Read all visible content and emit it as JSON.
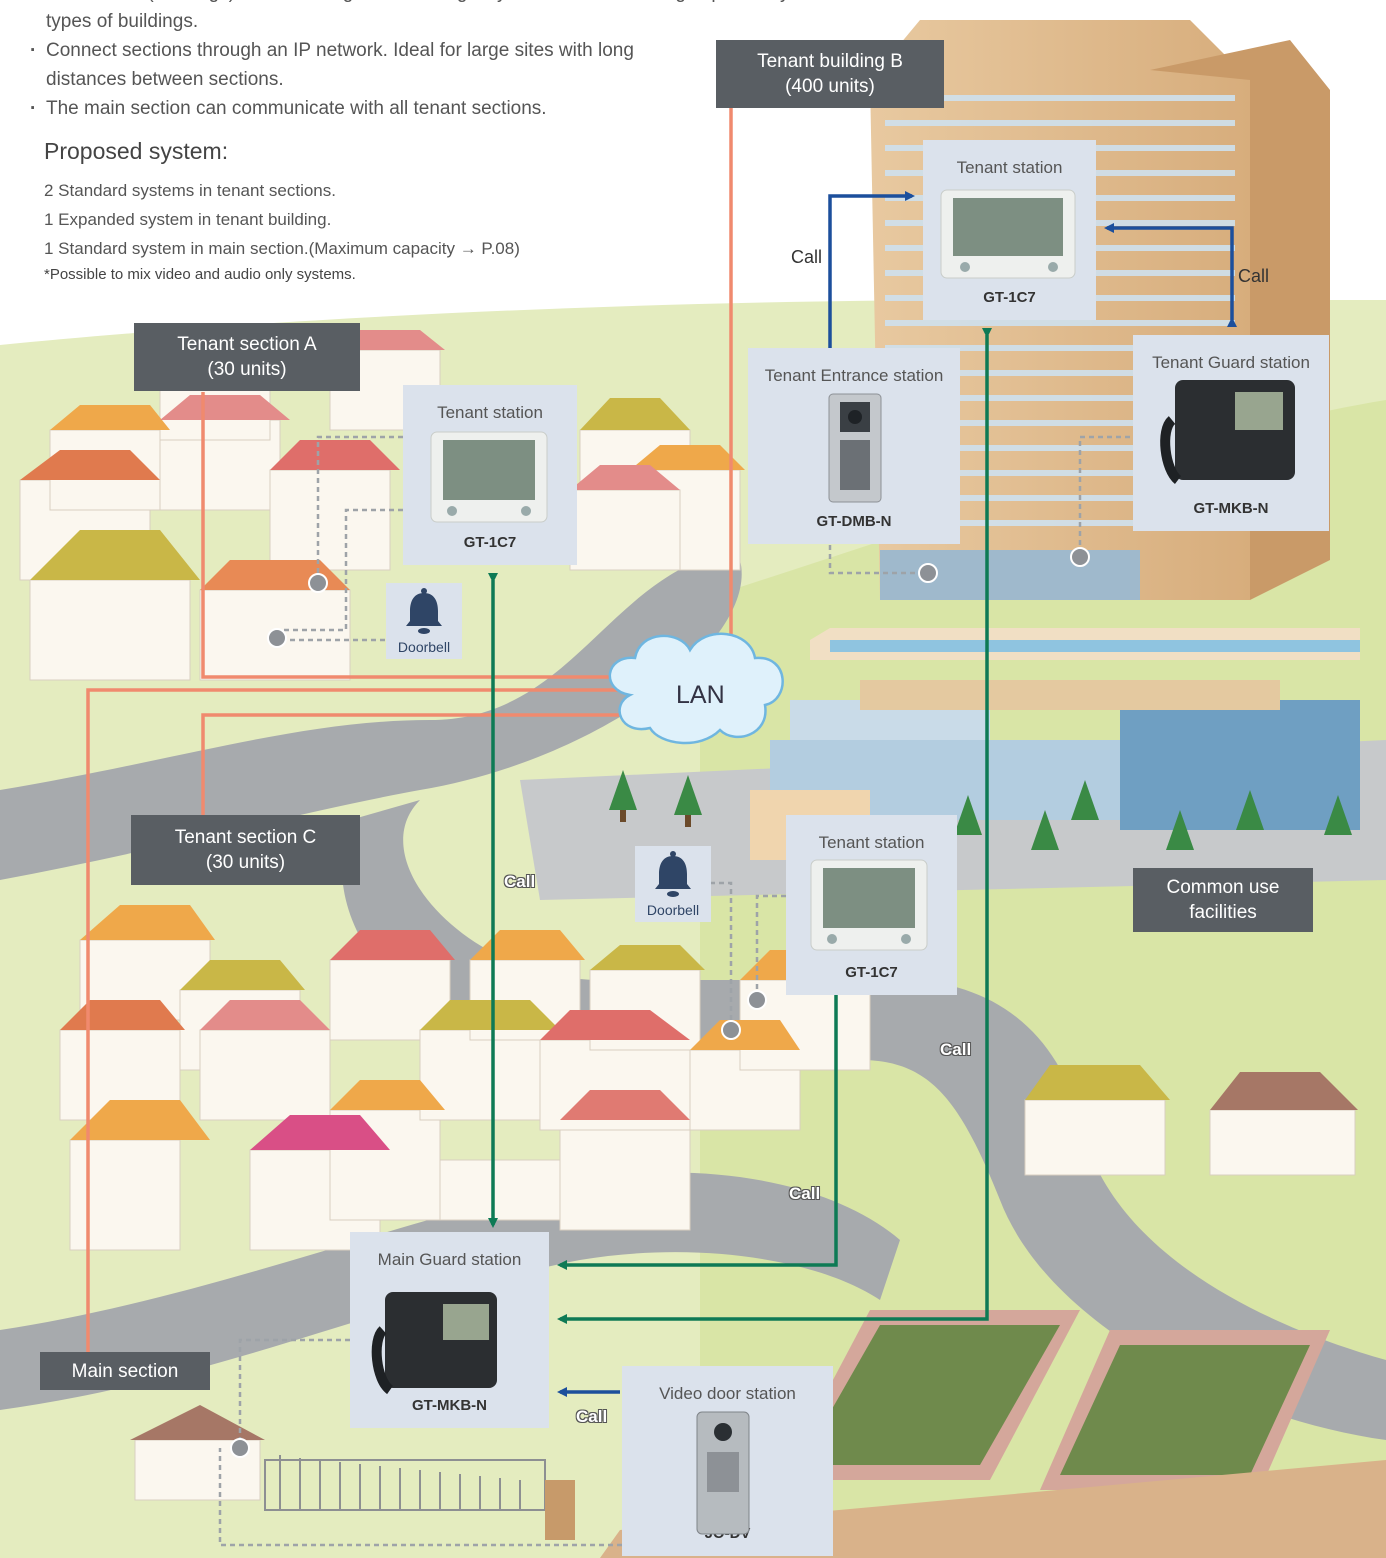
{
  "intro": {
    "bullets": [
      "All sections (buildings) can be configured in a single system without creating separate systems for different types of buildings.",
      "Connect sections through an IP network. Ideal for large sites with long distances between sections.",
      "The main section can communicate with all tenant sections."
    ],
    "proposed_title": "Proposed system:",
    "proposed_lines": [
      "2 Standard systems in tenant sections.",
      "1 Expanded system in tenant building.",
      "1 Standard system in main section.(Maximum capacity → P.08)"
    ],
    "note": "*Possible to mix video and audio only systems."
  },
  "labels": {
    "tenant_building_b": "Tenant building B",
    "tenant_building_b_units": "(400 units)",
    "tenant_section_a": "Tenant section A",
    "tenant_section_a_units": "(30 units)",
    "tenant_section_c": "Tenant section C",
    "tenant_section_c_units": "(30 units)",
    "main_section": "Main section",
    "common_facilities": "Common use facilities",
    "lan": "LAN"
  },
  "stations": {
    "tenant_b_station": {
      "title": "Tenant station",
      "model": "GT-1C7"
    },
    "tenant_entrance": {
      "title": "Tenant Entrance station",
      "model": "GT-DMB-N"
    },
    "tenant_guard": {
      "title": "Tenant Guard station",
      "model": "GT-MKB-N"
    },
    "tenant_a_station": {
      "title": "Tenant station",
      "model": "GT-1C7"
    },
    "tenant_c_station": {
      "title": "Tenant station",
      "model": "GT-1C7"
    },
    "main_guard": {
      "title": "Main Guard station",
      "model": "GT-MKB-N"
    },
    "video_door": {
      "title": "Video door station",
      "model": "JO-DV"
    }
  },
  "doorbell_label": "Doorbell",
  "call_label": "Call",
  "colors": {
    "lan_line": "#f08a6e",
    "call_blue": "#1c4f9c",
    "call_green": "#0e7a55",
    "label_dark": "#595e63",
    "panel_bg": "#dbe2ec",
    "grass": "#dfe8b4",
    "road": "#a7aaad"
  }
}
